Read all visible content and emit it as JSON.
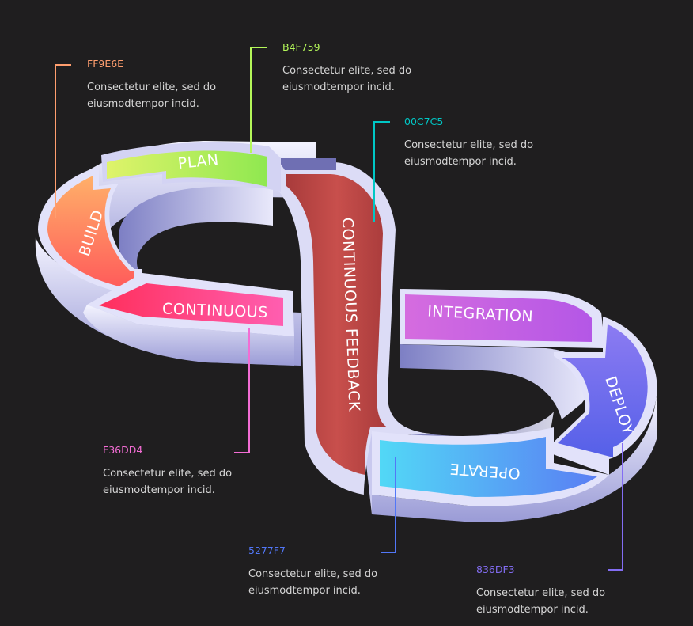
{
  "segments": {
    "plan": {
      "label": "PLAN"
    },
    "build": {
      "label": "BUILD"
    },
    "continuous": {
      "label": "CONTINUOUS"
    },
    "feedback": {
      "label": "CONTINUOUS FEEDBACK"
    },
    "integration": {
      "label": "INTEGRATION"
    },
    "deploy": {
      "label": "DEPLOY"
    },
    "operate": {
      "label": "OPERATE"
    }
  },
  "callouts": [
    {
      "id": "build",
      "code": "FF9E6E",
      "color": "#ff9e6e",
      "desc1": "Consectetur elite, sed do",
      "desc2": "eiusmodtempor incid."
    },
    {
      "id": "plan",
      "code": "B4F759",
      "color": "#b4f759",
      "desc1": "Consectetur elite, sed do",
      "desc2": "eiusmodtempor incid."
    },
    {
      "id": "feedback",
      "code": "00C7C5",
      "color": "#00c7c5",
      "desc1": "Consectetur elite, sed do",
      "desc2": "eiusmodtempor incid."
    },
    {
      "id": "continuous",
      "code": "F36DD4",
      "color": "#f36dd4",
      "desc1": "Consectetur elite, sed do",
      "desc2": "eiusmodtempor incid."
    },
    {
      "id": "operate",
      "code": "5277F7",
      "color": "#5277f7",
      "desc1": "Consectetur elite, sed do",
      "desc2": "eiusmodtempor incid."
    },
    {
      "id": "deploy",
      "code": "836DF3",
      "color": "#836df3",
      "desc1": "Consectetur elite, sed do",
      "desc2": "eiusmodtempor incid."
    }
  ]
}
